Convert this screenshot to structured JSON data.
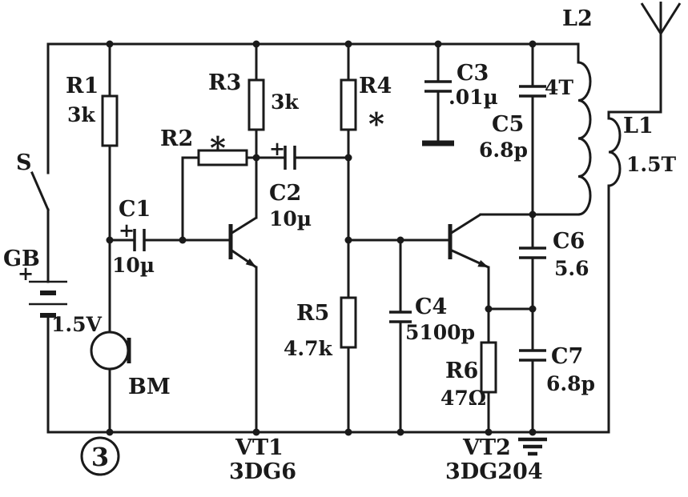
{
  "figure_number": "3",
  "colors": {
    "ink": "#1a1a1a",
    "paper": "#ffffff"
  },
  "power": {
    "switch": "S",
    "battery_ref": "GB",
    "battery_value": "1.5V",
    "plus": "+"
  },
  "microphone": {
    "ref": "BM"
  },
  "transistors": {
    "vt1": {
      "ref": "VT1",
      "model": "3DG6"
    },
    "vt2": {
      "ref": "VT2",
      "model": "3DG204"
    }
  },
  "resistors": {
    "r1": {
      "ref": "R1",
      "value": "3k"
    },
    "r2": {
      "ref": "R2",
      "value": "*"
    },
    "r3": {
      "ref": "R3",
      "value": "3k"
    },
    "r4": {
      "ref": "R4",
      "value": "*"
    },
    "r5": {
      "ref": "R5",
      "value": "4.7k"
    },
    "r6": {
      "ref": "R6",
      "value": "47Ω"
    }
  },
  "capacitors": {
    "c1": {
      "ref": "C1",
      "value": "10µ",
      "polarity": "+"
    },
    "c2": {
      "ref": "C2",
      "value": "10µ",
      "polarity": "+"
    },
    "c3": {
      "ref": "C3",
      "value": ".01µ"
    },
    "c4": {
      "ref": "C4",
      "value": "5100p"
    },
    "c5": {
      "ref": "C5",
      "value": "6.8p"
    },
    "c6": {
      "ref": "C6",
      "value": "5.6"
    },
    "c7": {
      "ref": "C7",
      "value": "6.8p"
    }
  },
  "inductors": {
    "l1": {
      "ref": "L1",
      "value": "1.5T"
    },
    "l2": {
      "ref": "L2",
      "value": "4T"
    }
  }
}
